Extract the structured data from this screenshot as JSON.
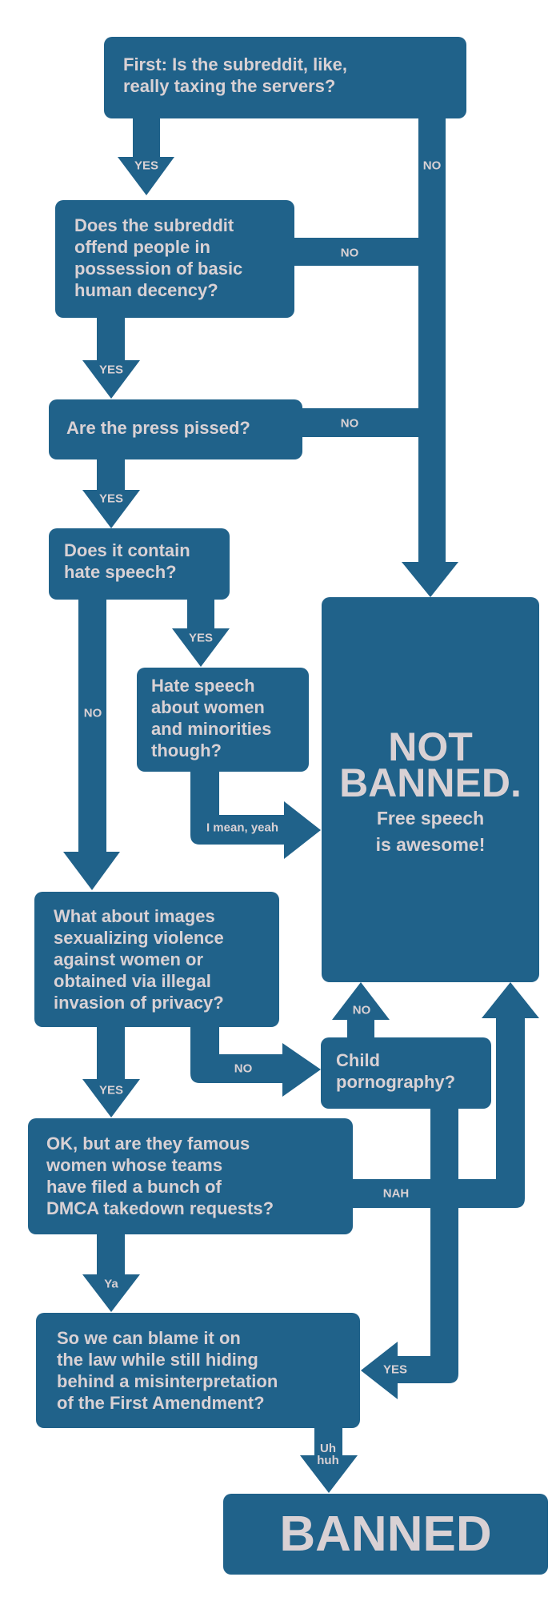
{
  "colors": {
    "box": "#20628a",
    "text": "#d9d1d4",
    "background": "#ffffff"
  },
  "nodes": {
    "servers": "First: Is the subreddit, like,\nreally taxing the servers?",
    "decency": "Does the subreddit\noffend people in\npossession of basic\nhuman decency?",
    "press": "Are the press pissed?",
    "hate": "Does it contain\nhate speech?",
    "women_minorities": "Hate speech\nabout women\nand minorities\nthough?",
    "images": "What about images\nsexualizing violence\nagainst women or\nobtained via illegal\ninvasion of privacy?",
    "child": "Child\npornography?",
    "famous": "OK, but are they famous\nwomen whose teams\nhave filed a bunch of\nDMCA takedown requests?",
    "blame": "So we can blame it on\nthe law while still hiding\nbehind a misinterpretation\nof the First Amendment?"
  },
  "not_banned": {
    "title_line1": "NOT",
    "title_line2": "BANNED.",
    "sub_line1": "Free speech",
    "sub_line2": "is awesome!"
  },
  "banned": {
    "title": "BANNED"
  },
  "labels": {
    "yes": "YES",
    "no": "NO",
    "i_mean_yeah": "I mean, yeah",
    "nah": "NAH",
    "ya": "Ya",
    "uh_huh": "Uh\nhuh"
  }
}
